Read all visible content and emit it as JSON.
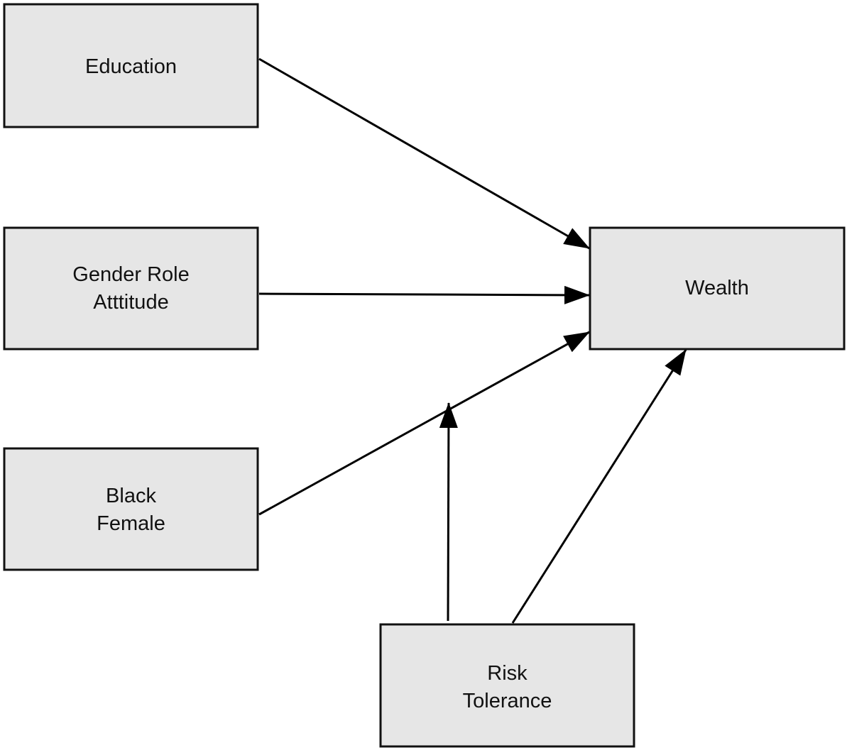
{
  "nodes": {
    "education": {
      "lines": [
        "Education"
      ]
    },
    "gender_role_attitude": {
      "lines": [
        "Gender Role",
        "Atttitude"
      ]
    },
    "black_female": {
      "lines": [
        "Black",
        "Female"
      ]
    },
    "wealth": {
      "lines": [
        "Wealth"
      ]
    },
    "risk_tolerance": {
      "lines": [
        "Risk",
        "Tolerance"
      ]
    }
  },
  "edges": [
    {
      "from": "education",
      "to": "wealth"
    },
    {
      "from": "gender_role_attitude",
      "to": "wealth"
    },
    {
      "from": "black_female",
      "to": "wealth"
    },
    {
      "from": "risk_tolerance",
      "to": "black_female->wealth"
    },
    {
      "from": "risk_tolerance",
      "to": "wealth"
    }
  ],
  "colors": {
    "box_fill": "#e6e6e6",
    "box_stroke": "#111111",
    "arrow": "#000000"
  }
}
